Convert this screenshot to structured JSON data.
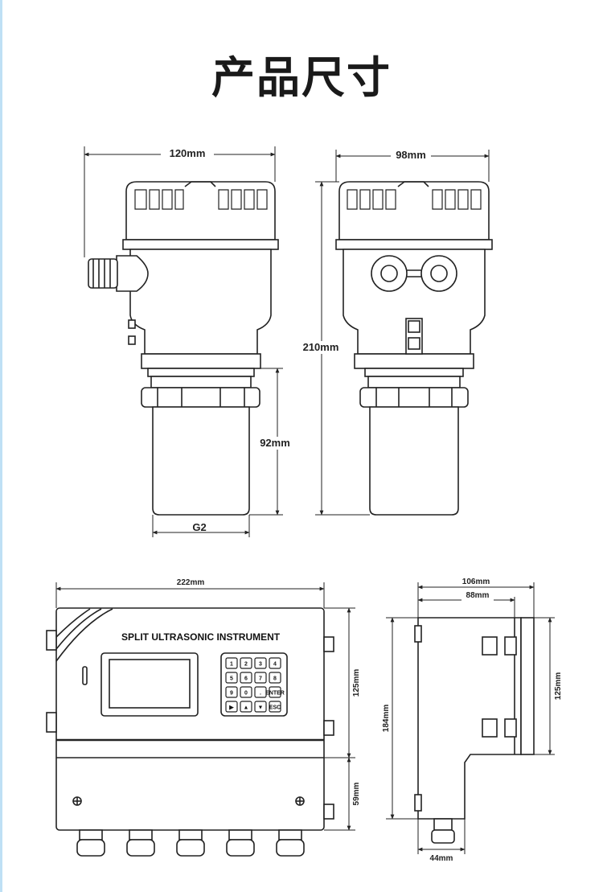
{
  "title": "产品尺寸",
  "probe": {
    "width_label": "120mm",
    "depth_label": "98mm",
    "height_label": "210mm",
    "probe_length_label": "92mm",
    "thread_label": "G2"
  },
  "controller": {
    "width_label": "222mm",
    "panel_title": "SPLIT ULTRASONIC INSTRUMENT",
    "keys": [
      "1",
      "2",
      "3",
      "4",
      "5",
      "6",
      "7",
      "8",
      "9",
      "0",
      ".",
      "ENTER",
      "▶",
      "▲",
      "▼",
      "ESC"
    ],
    "upper_height_label": "125mm",
    "lower_height_label": "59mm"
  },
  "side": {
    "outer_depth_label": "106mm",
    "inner_depth_label": "88mm",
    "height_label": "184mm",
    "front_height_label": "125mm",
    "bottom_label": "44mm"
  },
  "colors": {
    "line": "#222222",
    "edge": "#bfe0f5"
  }
}
